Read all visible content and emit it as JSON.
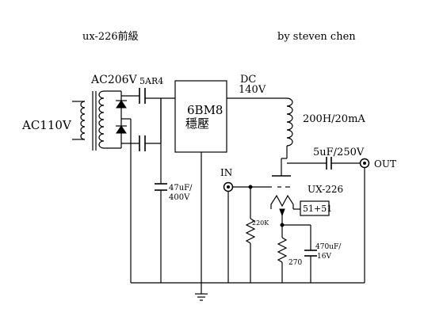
{
  "header": {
    "title": "ux-226前級",
    "author": "by steven chen"
  },
  "labels": {
    "ac_in": "AC110V",
    "ac_secondary": "AC206V",
    "rectifier": "5AR4",
    "regulator_line1": "6BM8",
    "regulator_line2": "穩壓",
    "dc_line1": "DC",
    "dc_line2": "140V",
    "choke": "200H/20mA",
    "filter_cap_line1": "47uF/",
    "filter_cap_line2": "400V",
    "output_cap": "5uF/250V",
    "output": "OUT",
    "input": "IN",
    "tube": "UX-226",
    "filament_resistor": "51+51",
    "grid_resistor": "220K",
    "cathode_resistor": "270",
    "cathode_cap_line1": "470uF/",
    "cathode_cap_line2": "16V"
  }
}
